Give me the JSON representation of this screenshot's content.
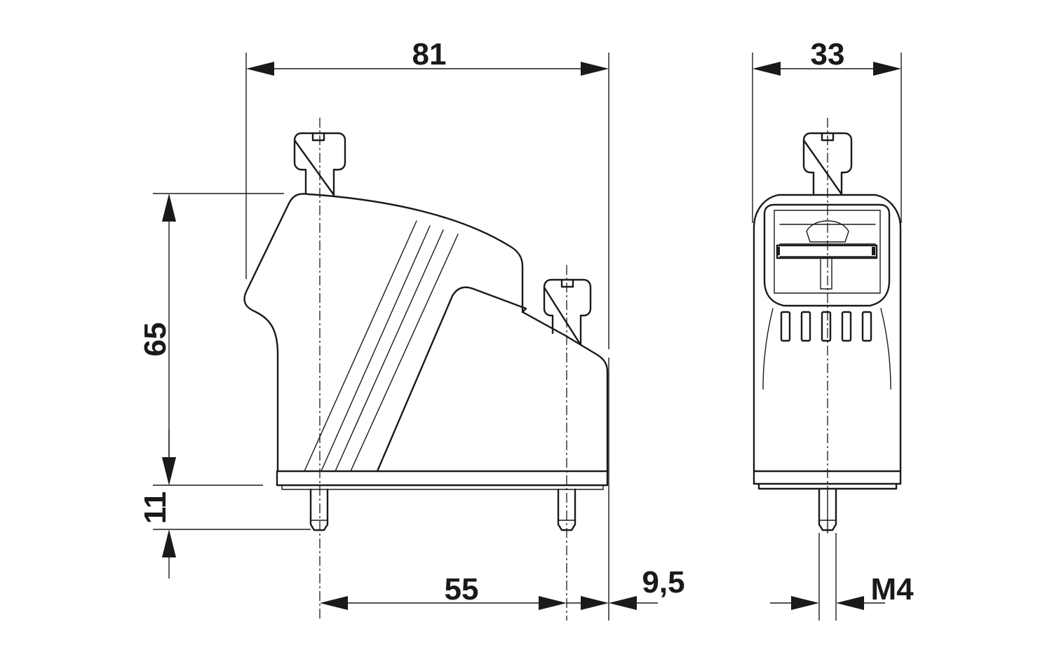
{
  "dimensions": {
    "width_side": "81",
    "width_front": "33",
    "height_housing": "65",
    "height_pins": "11",
    "pin_spacing": "55",
    "offset": "9,5",
    "thread": "M4"
  }
}
